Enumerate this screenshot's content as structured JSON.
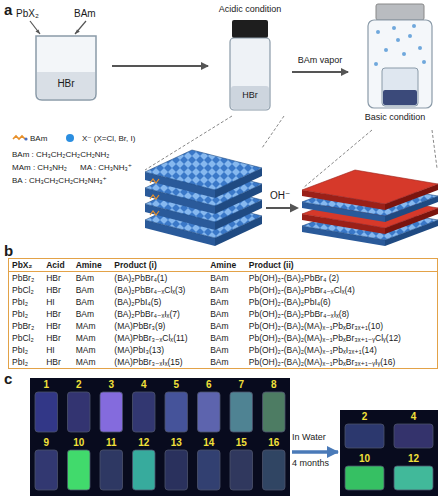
{
  "diagram": {
    "nodes": [
      {
        "text": [
          "HBr"
        ]
      },
      {
        "text": [
          "Acidic condition",
          "HBr"
        ]
      },
      {
        "text": [
          "Basic condition"
        ]
      },
      {
        "text": [
          "1",
          "2",
          "3",
          "4",
          "5",
          "6",
          "7",
          "8",
          "9",
          "10",
          "11",
          "12",
          "13",
          "14",
          "15",
          "16"
        ]
      },
      {
        "text": [
          "2",
          "4",
          "10",
          "12"
        ]
      }
    ],
    "edges": [
      {
        "from": 0,
        "to": 1,
        "arrow": "to"
      },
      {
        "from": 1,
        "to": 2,
        "arrow": "to",
        "label": "BAm vapor"
      },
      {
        "from": 3,
        "to": 4,
        "arrow": "to"
      }
    ],
    "labels": [
      "a",
      "PbX₂",
      "BAm",
      "BAm : CH₃CH₂CH₂CH₂NH₂",
      "MAm : CH₃NH₂",
      "MA : CH₃NH₃⁺",
      "BA : CH₃CH₂CH₂CH₂NH₃⁺",
      "OH⁻",
      "b",
      "PbX₂",
      "Acid",
      "Amine",
      "Product (i)",
      "Amine",
      "Product (ii)",
      "PbBr₂",
      "HBr",
      "BAm",
      "(BA)₂PbBr₄(1)",
      "BAm",
      "Pb(OH)₂-(BA)₂PbBr₄ (2)",
      "PbCl₂",
      "HBr",
      "BAm",
      "(BA)₂PbBr₄₋ₓClₓ(3)",
      "BAm",
      "Pb(OH)₂-(BA)₂PbBr₄₋ₓClₓ(4)",
      "PbI₂",
      "HI",
      "BAm",
      "(BA)₂PbI₄(5)",
      "BAm",
      "Pb(OH)₂-(BA)₂PbI₄(6)",
      "PbI₂",
      "HBr",
      "BAm",
      "(BA)₂PbBr₄₋ₓIₓ(7)",
      "BAm",
      "Pb(OH)₂-(BA)₂PbBr₄₋ₓIₓ(8)",
      "PbBr₂",
      "HBr",
      "MAm",
      "(MA)PbBr₃(9)",
      "BAm",
      "Pb(OH)₂-(BA)₂(MA)ₓ₋₁PbₓBr₃ₓ₊₁(10)",
      "PbCl₂",
      "HBr",
      "MAm",
      "(MA)PbBr₃₋ₓClₓ(11)",
      "BAm",
      "Pb(OH)₂-(BA)₂(MA)ₓ₋₁PbₓBr₃ₓ₊₁₋ᵧClᵧ(12)",
      "PbI₂",
      "HI",
      "MAm",
      "(MA)PbI₃(13)",
      "BAm",
      "Pb(OH)₂-(BA)₂(MA)ₓ₋₁PbₓI₃ₓ₊₁(14)",
      "PbI₂",
      "HBr",
      "MAm",
      "(MA)PbBr₃₋ₓIₓ(15)",
      "BAm",
      "Pb(OH)₂-(BA)₂(MA)ₓ₋₁PbₓBr₃ₓ₊₁₋ᵧIᵧ(16)",
      "c",
      "In Water",
      "4 months"
    ],
    "legend": [
      {
        "text": "BAm"
      },
      {
        "text": "X⁻ (X=Cl, Br, I)",
        "color": "#2b8ee0"
      }
    ]
  }
}
